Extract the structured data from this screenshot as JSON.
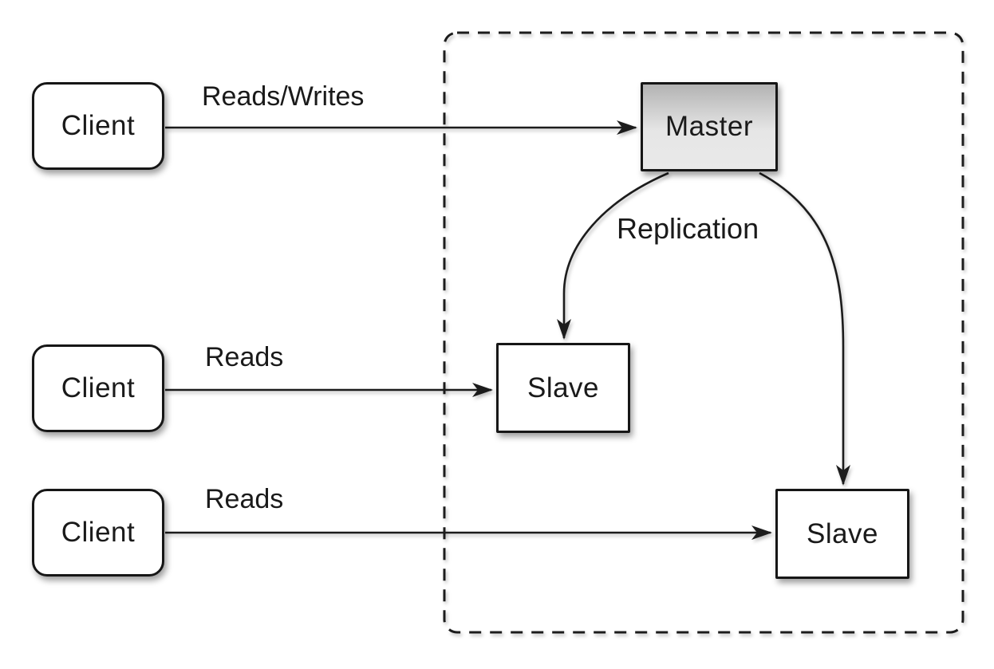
{
  "diagram": {
    "nodes": {
      "client1": {
        "label": "Client"
      },
      "client2": {
        "label": "Client"
      },
      "client3": {
        "label": "Client"
      },
      "master": {
        "label": "Master"
      },
      "slave1": {
        "label": "Slave"
      },
      "slave2": {
        "label": "Slave"
      }
    },
    "edges": {
      "reads_writes": {
        "label": "Reads/Writes",
        "from": "client1",
        "to": "master"
      },
      "reads_mid": {
        "label": "Reads",
        "from": "client2",
        "to": "slave1"
      },
      "reads_bottom": {
        "label": "Reads",
        "from": "client3",
        "to": "slave2"
      },
      "replication_left": {
        "label": "Replication",
        "from": "master",
        "to": "slave1"
      },
      "replication_right": {
        "label": "Replication",
        "from": "master",
        "to": "slave2"
      }
    },
    "colors": {
      "stroke": "#1c1c1c",
      "node_fill": "#ffffff",
      "master_gradient_top": "#b3b3b3",
      "master_gradient_bottom": "#e9e9e9",
      "background": "#ffffff"
    }
  }
}
